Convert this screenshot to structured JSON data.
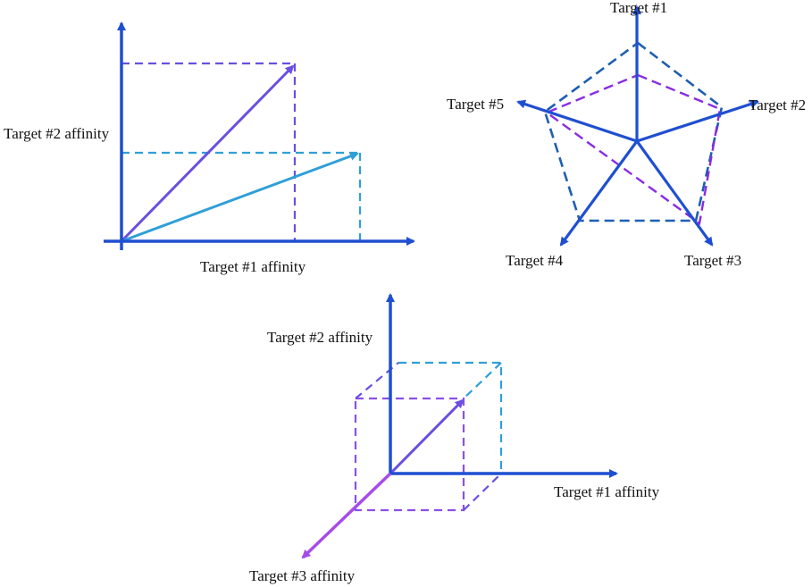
{
  "colors": {
    "axis": "#1f4fd1",
    "light_blue": "#2f9fd8",
    "violet": "#6a4fe0",
    "purple": "#8a2be2",
    "magenta_purple": "#a64be8",
    "radar_dash_blue": "#1e5fb0"
  },
  "panel_2d": {
    "x_label": "Target #1 affinity",
    "y_label": "Target #2 affinity"
  },
  "panel_radar": {
    "labels": [
      "Target #1",
      "Target #2",
      "Target #3",
      "Target #4",
      "Target #5"
    ]
  },
  "panel_3d": {
    "x_label": "Target #1 affinity",
    "y_label": "Target #2 affinity",
    "z_label": "Target #3 affinity"
  }
}
